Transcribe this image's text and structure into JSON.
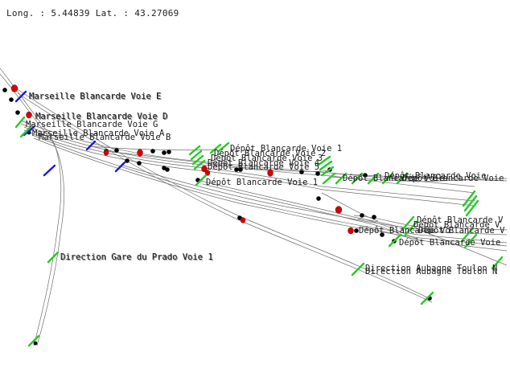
{
  "coordinates": {
    "readout": "Long. : 5.44839 Lat. : 43.27069"
  },
  "labels": {
    "voie_e": "Marseille Blancarde Voie E",
    "voie_d": "Marseille Blancarde Voie D",
    "voie_g": "Marseille Blancarde Voie G",
    "voie_a": "Marseille Blancarde Voie A",
    "voie_b": "Marseille Blancarde Voie B",
    "depot_1": "Dépôt Blancarde Voie 1",
    "depot_2": "Dépôt Blancarde Voie 2",
    "depot_3": "Dépôt Blancarde Voie 3",
    "depot_4": "Dépôt Blancarde Voie 4",
    "depot_5": "Dépôt Blancarde Voie 5",
    "depot_main": "Dépôt Blancarde Voie 1",
    "depot_far1": "Dépôt Blancarde Voie",
    "depot_far2": "Dépôt Blancarde Voie",
    "depot_far3": "Dépôt Blancarde Voie",
    "depot_lower1": "Dépôt Blancarde V",
    "depot_lower2": "Dépôt Blancarde V",
    "depot_lower3": "Dépôt Blancarde V",
    "depot_lower4": "Dépôt Blancarde Vo",
    "depot_lower5": "Dépôt Blancarde Voie",
    "prado": "Direction Gare du Prado Voie 1",
    "aubagne1": "Direction Aubagne Toulon N",
    "aubagne2": "Direction Aubagne Toulon N"
  }
}
